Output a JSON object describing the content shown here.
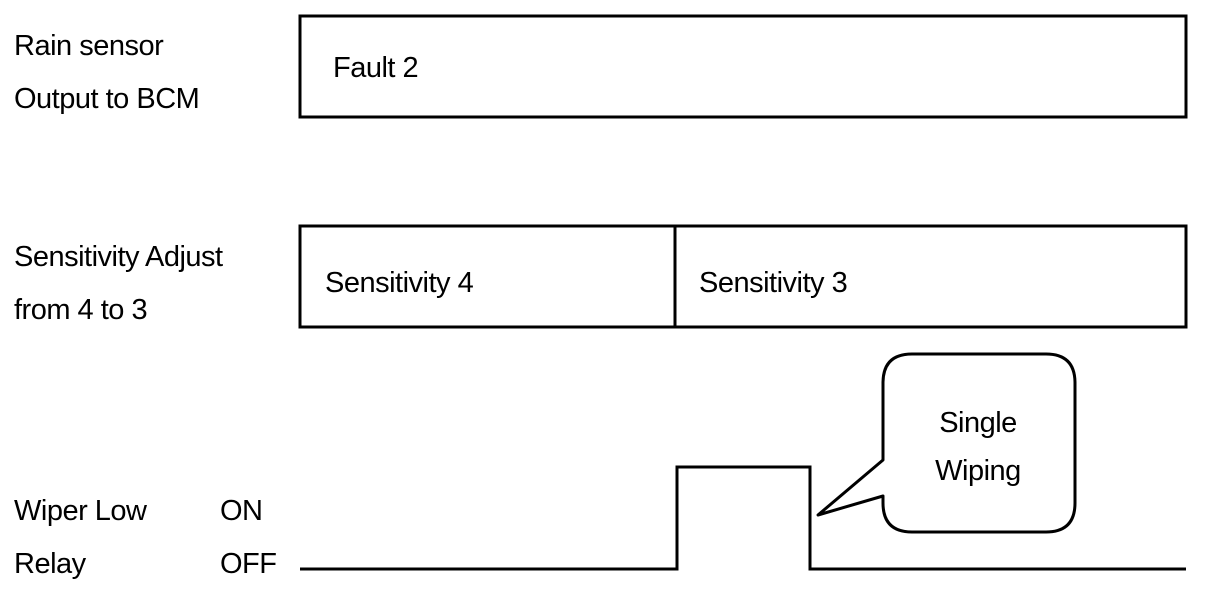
{
  "rows": {
    "rain_sensor": {
      "label_lines": [
        "Rain sensor",
        "Output to BCM"
      ],
      "segments": [
        "Fault 2"
      ]
    },
    "sensitivity": {
      "label_lines": [
        "Sensitivity Adjust",
        "from 4 to 3"
      ],
      "segments": [
        "Sensitivity 4",
        "Sensitivity 3"
      ]
    },
    "wiper": {
      "label_lines": [
        "Wiper Low",
        "Relay"
      ],
      "states": {
        "on": "ON",
        "off": "OFF"
      },
      "pulse_state_sequence": [
        "OFF",
        "ON",
        "OFF"
      ]
    }
  },
  "callout": {
    "lines": [
      "Single",
      "Wiping"
    ]
  }
}
